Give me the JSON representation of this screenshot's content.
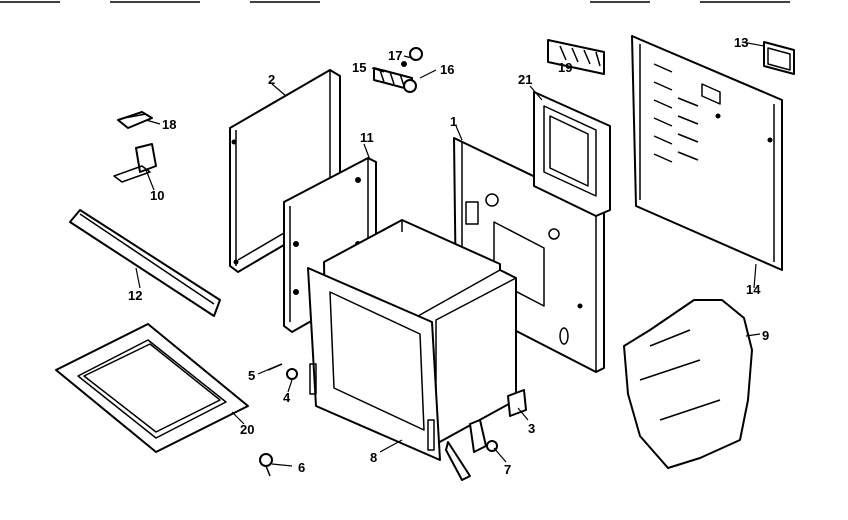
{
  "diagram": {
    "colors": {
      "ink": "#000000",
      "paper": "#ffffff"
    },
    "callouts": {
      "c1": "1",
      "c2": "2",
      "c3": "3",
      "c4": "4",
      "c5": "5",
      "c6": "6",
      "c7": "7",
      "c8": "8",
      "c9": "9",
      "c10": "10",
      "c11": "11",
      "c12": "12",
      "c13": "13",
      "c14": "14",
      "c15": "15",
      "c16": "16",
      "c17": "17",
      "c18": "18",
      "c19": "19",
      "c20": "20",
      "c21": "21"
    }
  }
}
